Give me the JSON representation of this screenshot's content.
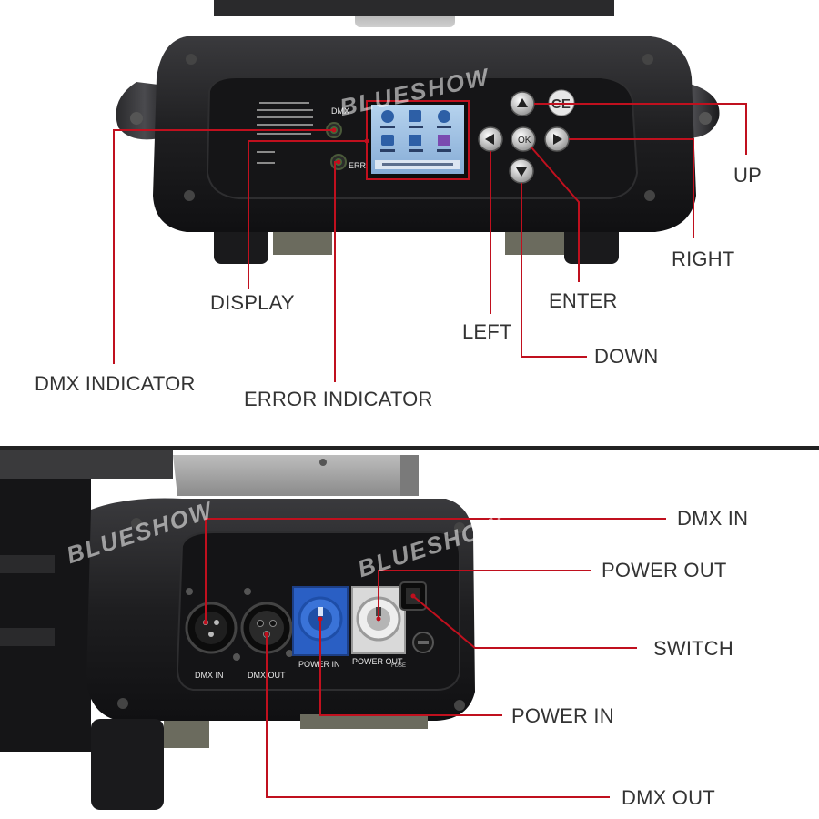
{
  "watermarks": [
    "BLUESHOW",
    "BLUESHOW",
    "BLUESHOW"
  ],
  "top_panel": {
    "callouts": {
      "up": "UP",
      "right": "RIGHT",
      "enter": "ENTER",
      "down": "DOWN",
      "left": "LEFT",
      "display": "DISPLAY",
      "dmx_indicator": "DMX INDICATOR",
      "error_indicator": "ERROR INDICATOR"
    },
    "panel_text": {
      "dmx": "DMX",
      "err": "ERR",
      "ce": "CE"
    }
  },
  "bottom_panel": {
    "callouts": {
      "dmx_in": "DMX IN",
      "power_out": "POWER OUT",
      "switch": "SWITCH",
      "power_in": "POWER  IN",
      "dmx_out": "DMX OUT"
    },
    "panel_text": {
      "dmx_in": "DMX IN",
      "dmx_out": "DMX OUT",
      "power_in": "POWER IN",
      "power_out": "POWER OUT",
      "fuse": "FUSE"
    }
  },
  "colors": {
    "callout_line": "#c0101e",
    "body_dark": "#1c1c1e",
    "powercon_in": "#2a5fc4",
    "powercon_out": "#d9d9d9",
    "lcd": "#9fc2e6"
  }
}
